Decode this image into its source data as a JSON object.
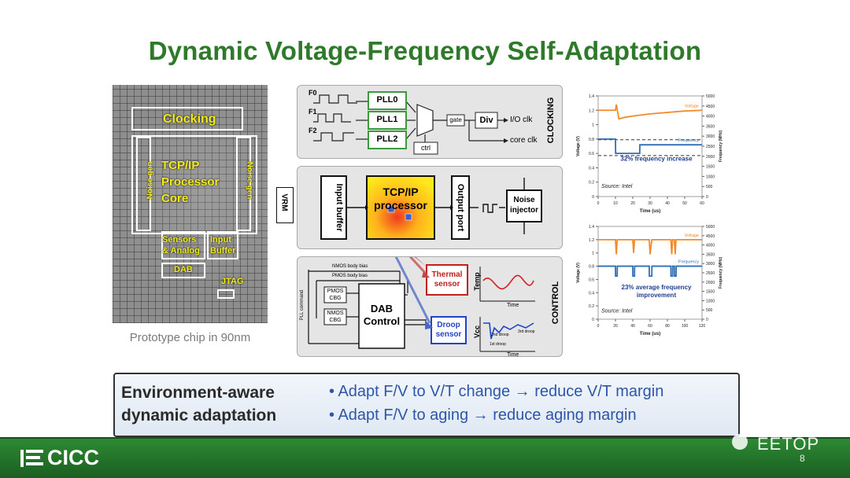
{
  "slide": {
    "title": "Dynamic Voltage-Frequency Self-Adaptation",
    "page_number": "8",
    "logo_text": "CICC",
    "watermark_text": "EETOP"
  },
  "chip": {
    "caption": "Prototype chip in 90nm",
    "labels": {
      "clocking": "Clocking",
      "core": "TCP/IP\nProcessor\nCore",
      "noise_gen_left": "Noise gen",
      "noise_gen_right": "Noise gen",
      "sensors": "Sensors\n& Analog",
      "input_buffer": "Input\nBuffer",
      "dab": "DAB",
      "jtag": "JTAG"
    }
  },
  "clocking_panel": {
    "section_label": "CLOCKING",
    "inputs": [
      "F0",
      "F1",
      "F2"
    ],
    "plls": [
      "PLL0",
      "PLL1",
      "PLL2"
    ],
    "gate": "gate",
    "div": "Div",
    "ctrl": "ctrl",
    "io_clk": "I/O clk",
    "core_clk": "core clk"
  },
  "processor_panel": {
    "vrm": "VRM",
    "input_buffer": "Input buffer",
    "processor": "TCP/IP\nprocessor",
    "output_port": "Output port",
    "noise_injector": "Noise\ninjector"
  },
  "control_panel": {
    "section_label": "CONTROL",
    "nmos_body_bias": "NMOS body bias",
    "pmos_body_bias": "PMOS body bias",
    "pmos_cbg": "PMOS\nCBG",
    "nmos_cbg": "NMOS\nCBG",
    "pll_command": "PLL command",
    "dab_control": "DAB\nControl",
    "thermal_sensor": "Thermal\nsensor",
    "droop_sensor": "Droop\nsensor",
    "temp_axis": "Temp",
    "vcc_axis": "Vcc",
    "time_axis": "Time",
    "droop_notes": [
      "2nd droop",
      "3rd droop",
      "1st droop"
    ]
  },
  "summary": {
    "heading_line1": "Environment-aware",
    "heading_line2": "dynamic adaptation",
    "bullet1": "• Adapt F/V to V/T change → reduce V/T margin",
    "bullet2": "• Adapt F/V to aging → reduce aging margin"
  },
  "colors": {
    "title_green": "#2f7a2a",
    "chip_yellow": "#f3ec1a",
    "voltage_orange": "#f28a2a",
    "frequency_blue": "#2f6fb5",
    "pll_green": "#3b9a3b",
    "thermal_red": "#c02020",
    "droop_blue": "#1f44c8",
    "summary_blue": "#2e56a8"
  },
  "chart_data": [
    {
      "type": "line",
      "title": "",
      "xlabel": "Time (us)",
      "ylabel": "Voltage (V)",
      "y2label": "Frequency (MHz)",
      "xlim": [
        0,
        60
      ],
      "ylim": [
        0,
        1.4
      ],
      "y2lim": [
        0,
        5000
      ],
      "x_ticks": [
        0,
        10,
        20,
        30,
        40,
        50,
        60
      ],
      "y_ticks": [
        0,
        0.2,
        0.4,
        0.6,
        0.8,
        1.0,
        1.2,
        1.4
      ],
      "y2_ticks": [
        0,
        500,
        1000,
        1500,
        2000,
        2500,
        3000,
        3500,
        4000,
        4500,
        5000
      ],
      "series": [
        {
          "name": "Voltage",
          "axis": "left",
          "x": [
            0,
            10,
            10.5,
            12,
            15,
            20,
            30,
            40,
            50,
            60
          ],
          "values": [
            1.2,
            1.2,
            1.28,
            1.08,
            1.1,
            1.12,
            1.15,
            1.17,
            1.19,
            1.2
          ]
        },
        {
          "name": "Frequency",
          "axis": "left",
          "x": [
            0,
            10,
            10.1,
            24,
            24.1,
            60
          ],
          "values": [
            0.8,
            0.8,
            0.6,
            0.6,
            0.72,
            0.72
          ]
        }
      ],
      "reference_lines": [
        0.79,
        0.57
      ],
      "annotation": "32% frequency increase",
      "source": "Source: Intel"
    },
    {
      "type": "line",
      "title": "",
      "xlabel": "Time (us)",
      "ylabel": "Voltage (V)",
      "y2label": "Frequency (MHz)",
      "xlim": [
        0,
        120
      ],
      "ylim": [
        0,
        1.4
      ],
      "y2lim": [
        0,
        5000
      ],
      "x_ticks": [
        0,
        20,
        40,
        60,
        80,
        100,
        120
      ],
      "y_ticks": [
        0,
        0.2,
        0.4,
        0.6,
        0.8,
        1.0,
        1.2,
        1.4
      ],
      "y2_ticks": [
        0,
        500,
        1000,
        1500,
        2000,
        2500,
        3000,
        3500,
        4000,
        4500,
        5000
      ],
      "series": [
        {
          "name": "Voltage",
          "axis": "left",
          "x": [
            0,
            20,
            21,
            22,
            40,
            41,
            42,
            59,
            60,
            61,
            62,
            84,
            85,
            86,
            88,
            89,
            90,
            120
          ],
          "values": [
            1.2,
            1.2,
            0.98,
            1.2,
            1.2,
            1.0,
            1.2,
            1.2,
            0.98,
            1.1,
            1.2,
            1.2,
            0.98,
            1.2,
            1.2,
            0.98,
            1.2,
            1.2
          ]
        },
        {
          "name": "Frequency",
          "axis": "left",
          "x": [
            0,
            20,
            20.1,
            22,
            22.1,
            40,
            40.1,
            42,
            42.1,
            59,
            59.1,
            62,
            62.1,
            84,
            84.1,
            86,
            86.1,
            88,
            88.1,
            90,
            90.1,
            120
          ],
          "values": [
            0.8,
            0.8,
            0.65,
            0.65,
            0.8,
            0.8,
            0.65,
            0.65,
            0.8,
            0.8,
            0.65,
            0.65,
            0.8,
            0.8,
            0.65,
            0.65,
            0.8,
            0.8,
            0.65,
            0.65,
            0.8,
            0.8
          ]
        }
      ],
      "annotation": "23% average frequency\nimprovement",
      "source": "Source: Intel"
    }
  ]
}
